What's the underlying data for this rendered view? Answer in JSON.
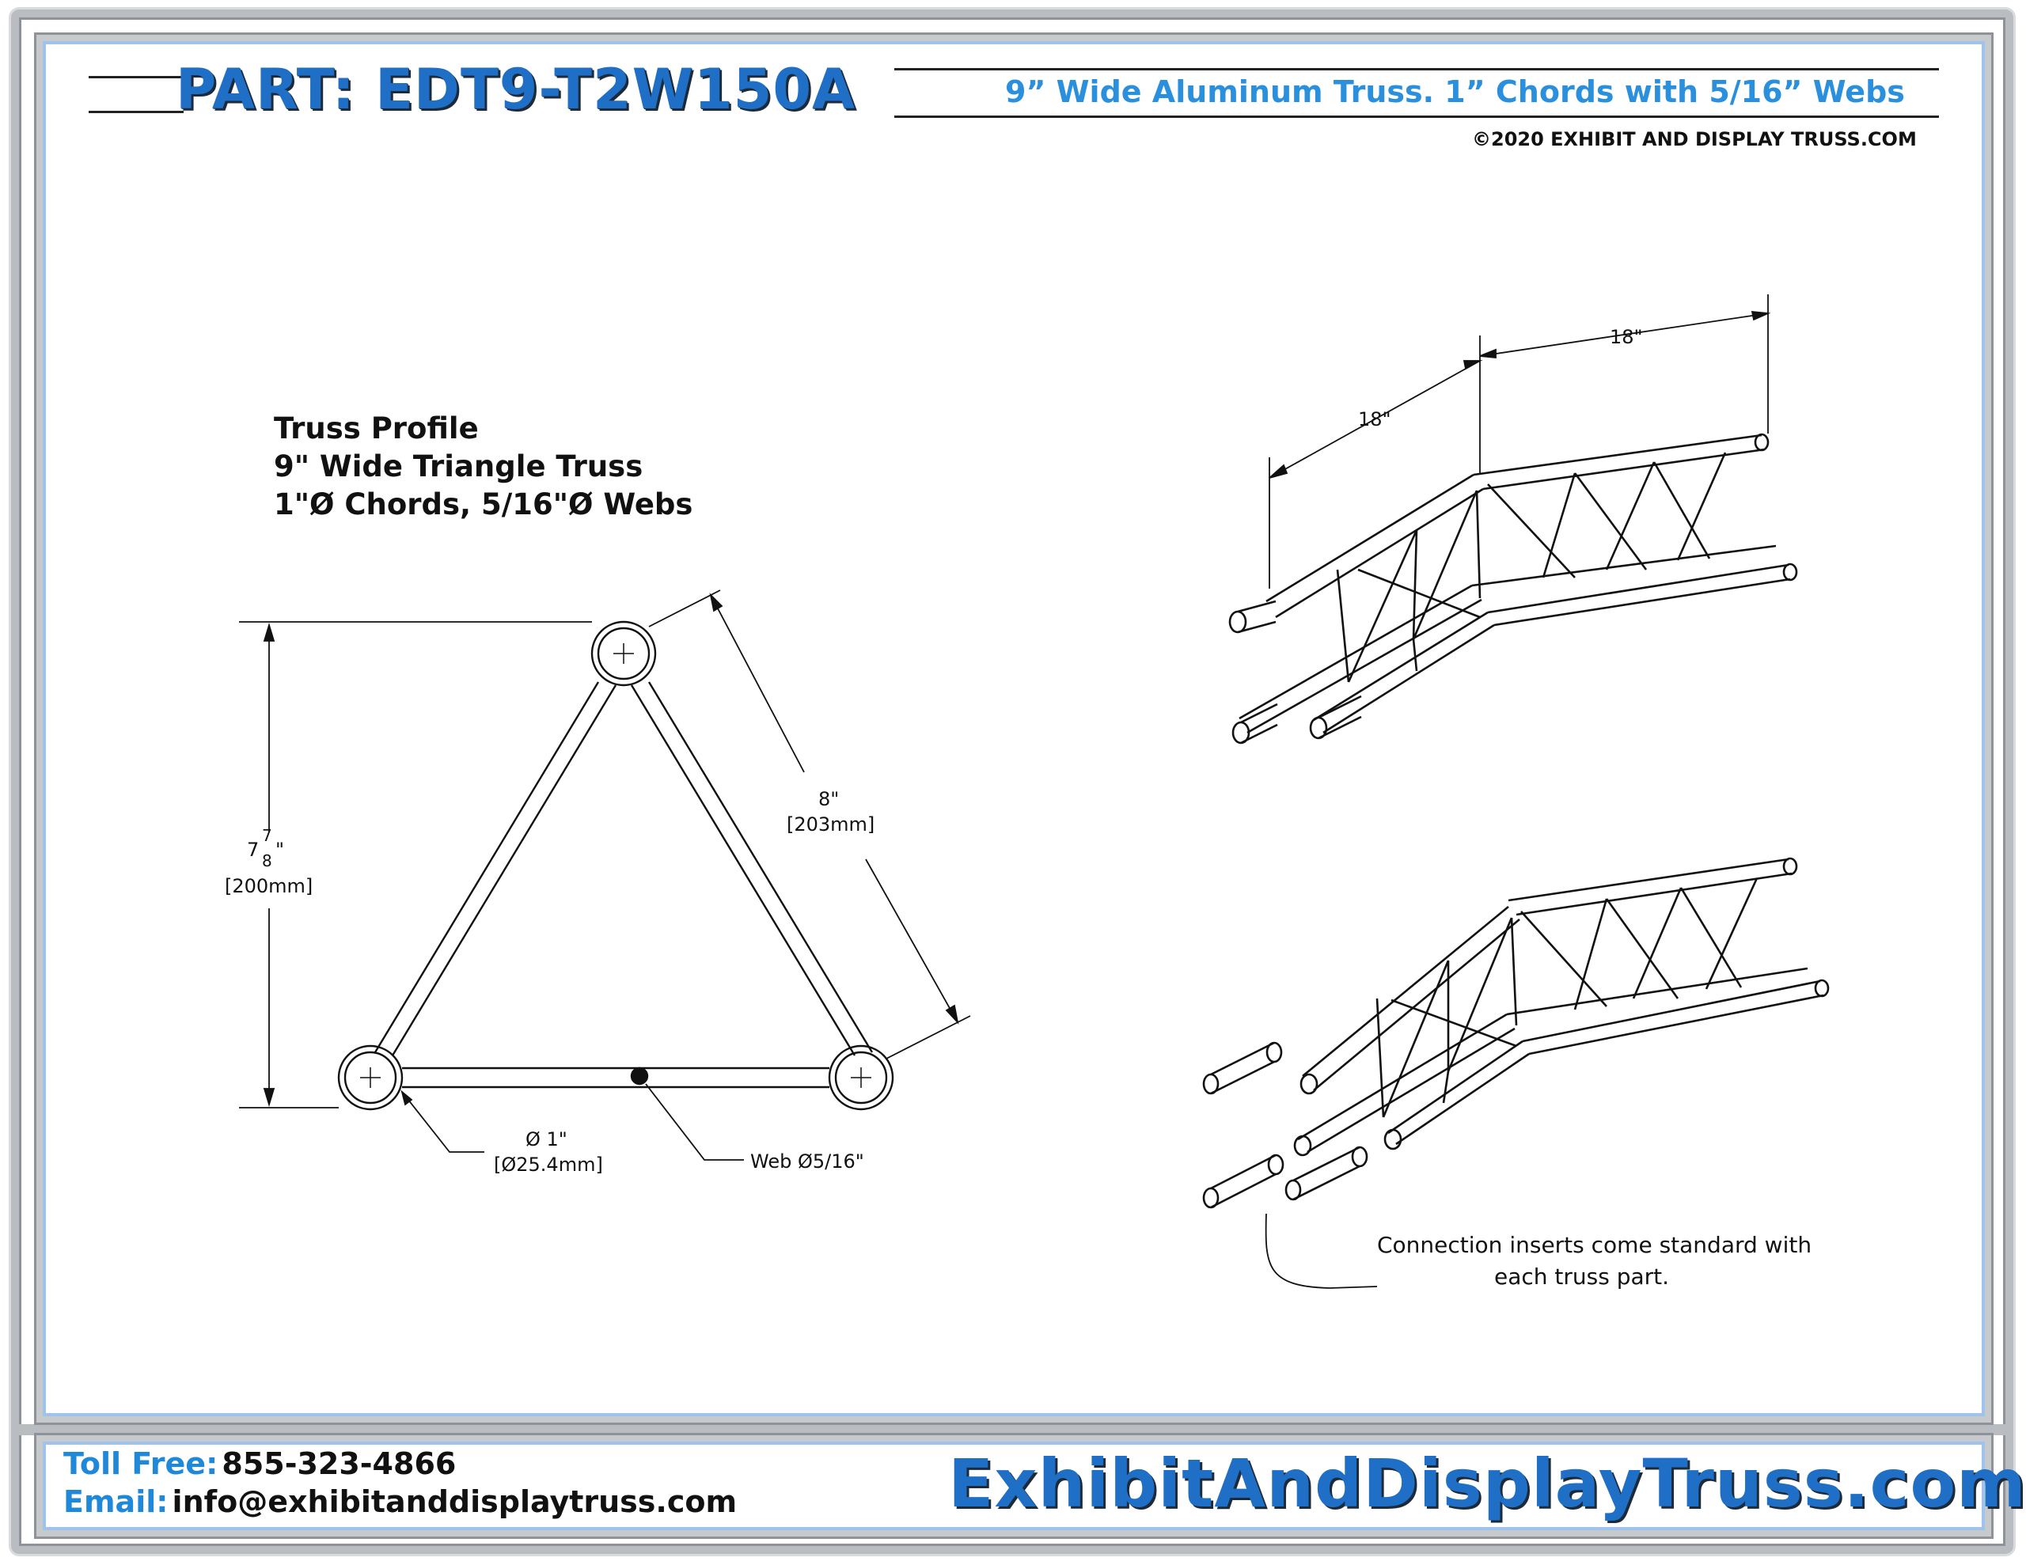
{
  "header": {
    "part_label": "PART: EDT9-T2W150A",
    "subtitle": "9” Wide Aluminum Truss. 1” Chords with 5/16” Webs",
    "copyright": "©2020 EXHIBIT AND DISPLAY TRUSS.COM"
  },
  "profile": {
    "heading": "Truss Profile",
    "line2": "9\" Wide Triangle Truss",
    "line3": "1\"Ø Chords, 5/16\"Ø Webs",
    "height_whole": "7",
    "height_num": "7",
    "height_den": "8",
    "height_unit": "\"",
    "height_mm": "[200mm]",
    "side_in": "8\"",
    "side_mm": "[203mm]",
    "chord_dia": "Ø  1\"",
    "chord_mm": "[Ø25.4mm]",
    "web_label": "Web Ø5/16\""
  },
  "iso": {
    "dim_a": "18\"",
    "dim_b": "18\"",
    "note_line1": "Connection inserts come standard with",
    "note_line2": "each truss part."
  },
  "footer": {
    "toll_label": "Toll Free:",
    "toll_value": "855-323-4866",
    "email_label": "Email:",
    "email_value": "info@exhibitanddisplaytruss.com",
    "site": "ExhibitAndDisplayTruss.com"
  },
  "colors": {
    "brand_blue": "#1f6fc6",
    "accent_blue": "#2a8fdc",
    "frame_blue": "#9fc3ea",
    "frame_gray": "#b9bcc0"
  }
}
